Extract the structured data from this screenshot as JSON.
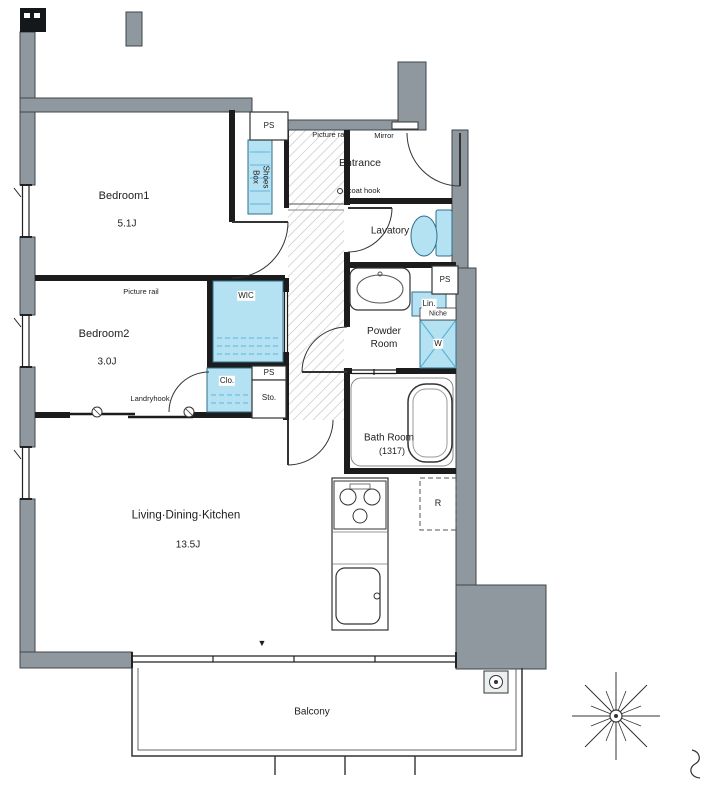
{
  "meta": {
    "type": "apartment-floor-plan"
  },
  "rooms": {
    "bedroom1": {
      "name": "Bedroom1",
      "size": "5.1J"
    },
    "bedroom2": {
      "name": "Bedroom2",
      "size": "3.0J"
    },
    "ldk": {
      "name": "Living·Dining·Kitchen",
      "size": "13.5J"
    },
    "entrance": {
      "name": "Entrance"
    },
    "lavatory": {
      "name": "Lavatory"
    },
    "powder_room": {
      "line1": "Powder",
      "line2": "Room"
    },
    "bath_room": {
      "name": "Bath Room",
      "size": "(1317)"
    },
    "balcony": {
      "name": "Balcony"
    }
  },
  "storage": {
    "shoes_box": {
      "line1": "Shoes",
      "line2": "Box"
    },
    "wic": "WIC",
    "closet": "Clo.",
    "storage": "Sto.",
    "linen": "Lin."
  },
  "fixtures": {
    "washer": "W",
    "refrigerator": "R",
    "niche": "Niche"
  },
  "labels": {
    "ps_top": "PS",
    "ps_right": "PS",
    "ps_hall": "PS",
    "picture_rail_entrance": "Picture rail",
    "picture_rail_bedroom2": "Picture rail",
    "mirror": "Mirror",
    "coat_hook": "coat hook",
    "landry_hook": "Landryhook",
    "entry_marker": "▼"
  },
  "colors": {
    "wall_gray": "#8f989e",
    "fixture_fill": "#b5e2f2",
    "fixture_hatch": "#5fb4d8",
    "line_black": "#1c1c1c"
  }
}
